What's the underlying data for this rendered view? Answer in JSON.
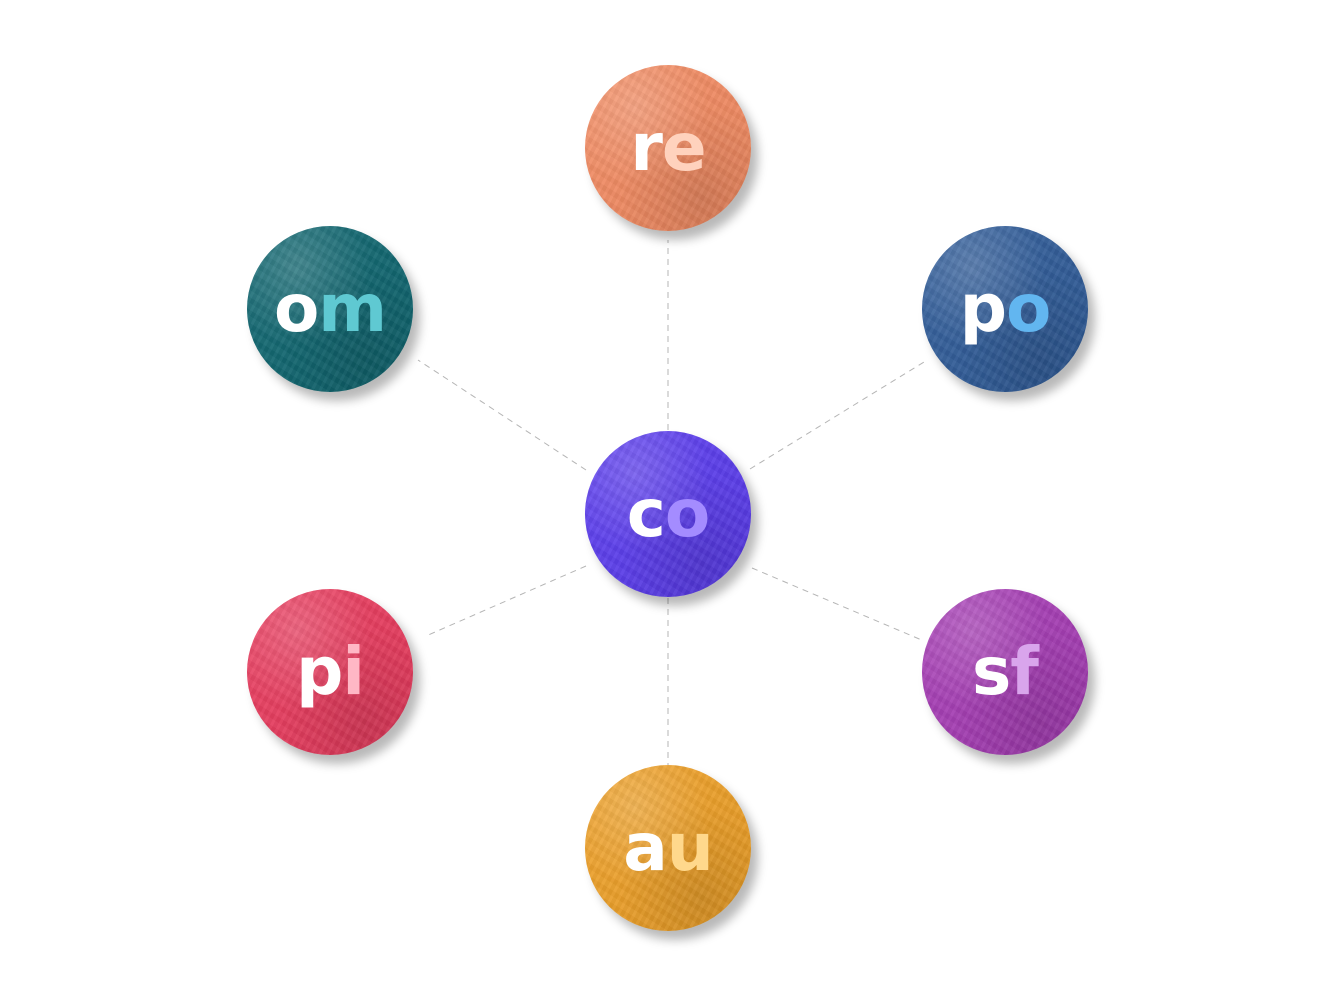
{
  "diagram": {
    "center": {
      "id": "co",
      "first": "c",
      "second": "o",
      "color": "#5b3cf0",
      "accent": "#a48cff"
    },
    "nodes": [
      {
        "id": "re",
        "first": "r",
        "second": "e",
        "color": "#f58c62",
        "accent": "#ffd2bd"
      },
      {
        "id": "po",
        "first": "p",
        "second": "o",
        "color": "#2f5c9a",
        "accent": "#62b6f0"
      },
      {
        "id": "sf",
        "first": "s",
        "second": "f",
        "color": "#a73cb6",
        "accent": "#d9a5ec"
      },
      {
        "id": "au",
        "first": "a",
        "second": "u",
        "color": "#f0a127",
        "accent": "#ffd88c"
      },
      {
        "id": "pi",
        "first": "p",
        "second": "i",
        "color": "#eb3b5e",
        "accent": "#ffb7c5"
      },
      {
        "id": "om",
        "first": "o",
        "second": "m",
        "color": "#0e6670",
        "accent": "#5fc9d2"
      }
    ],
    "label_color": "#ffffff",
    "connector_color": "#b5b5b5"
  }
}
